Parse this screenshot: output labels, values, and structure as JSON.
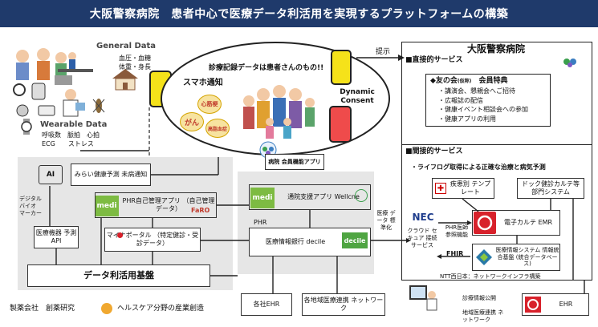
{
  "title": "大阪警察病院　患者中心で医療データ利活用を実現するプラットフォームの構築",
  "left": {
    "general_data_label": "General Data",
    "general_data_items": [
      "血圧・血糖",
      "体重・身長"
    ],
    "wearable_label": "Wearable Data",
    "wearable_items": [
      "呼吸数　脈拍　心拍",
      "ECG　　ストレス"
    ],
    "smartphone_notice": "スマホ通知"
  },
  "cloud": {
    "headline": "診療記録データは患者さんのもの!!",
    "bubble_1": "心筋梗",
    "bubble_2": "がん",
    "bubble_3": "高脂血症",
    "consent": "Dynamic Consent",
    "app_label": "病院 会員機能アプリ"
  },
  "provide_label": "提示",
  "hospital": {
    "name": "大阪警察病院",
    "direct_title": "■直接的サービス",
    "tomonokai_title": "◆友の会",
    "tomonokai_sub": "(仮称)",
    "tomonokai_benefit": "会員特典",
    "direct_items": [
      "講演会、懇親会へご招待",
      "広報誌の配信",
      "健康イベント相談会への参加",
      "健康アプリの利用"
    ],
    "indirect_title": "■間接的サービス",
    "indirect_sub": "・ライフログ取得による正確な治療と病気予測",
    "template_box": "疾患別 テンプレート",
    "dock_box": "ドック健診カルテ等 部門システム",
    "emr_box": "電子カルテ EMR",
    "integrated_box": "医療情報システム 情報統合基盤 (統合データベース)",
    "nec_logo": "NEC",
    "cloud_gateway": "クラウド セキュア 接続 サービス",
    "phr_ref": "PHR医師 参照機能",
    "fhir": "FHIR",
    "ntt_note": "NTT西日本：ネットワークインフラ構築"
  },
  "platform": {
    "mirai": "みらい健康予測 未病通知",
    "ai_label": "AI",
    "digital_biomarker": "デジタル バイオ マーカー",
    "phr_app": "PHR自己管理アプリ （自己管理データ）",
    "faro": "FaRO",
    "mynaportal": "マイナポータル （特定健診・受診データ）",
    "device_api": "医療機器 予測API",
    "foundation": "データ利活用基盤",
    "tsuin_app": "通院支援アプリ Wellcne",
    "phr_label": "PHR",
    "bank": "医療情報銀行 decile",
    "decile_logo": "decile",
    "standardization": "医療 データ 標準化",
    "medi_logo": "medi",
    "company_ehr": "各社EHR",
    "regional_network": "各地域医療連携 ネットワーク",
    "pharma": "製薬会社　創薬研究",
    "healthcare_industry": "ヘルスケア分野の産業創造",
    "clinic_public": "診療情報公開",
    "regional_link": "地域医療連携 ネットワーク",
    "ehr_label": "EHR"
  },
  "colors": {
    "title_bg": "#1f3a6b",
    "phone_yellow": "#f5e21a",
    "phone_red": "#ef4b4b",
    "medi_green": "#7dbb42",
    "emr_red": "#d8212b",
    "nec_blue": "#1e3c8c",
    "decile_green": "#4fa542"
  }
}
